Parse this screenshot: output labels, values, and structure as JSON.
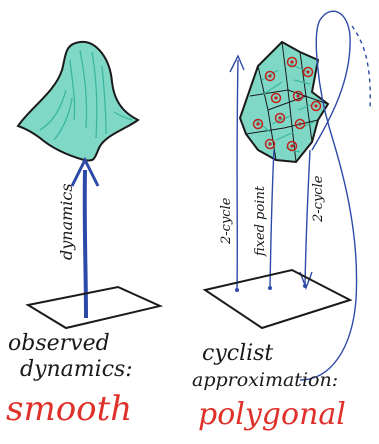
{
  "left_panel": {
    "arrow_label": "dynamics",
    "caption_line1": "observed",
    "caption_line2": "dynamics:",
    "caption_emphasis": "smooth"
  },
  "right_panel": {
    "orbit_labels": [
      "2-cycle",
      "fixed point",
      "2-cycle"
    ],
    "caption_line1": "cyclist",
    "caption_line2": "approximation:",
    "caption_emphasis": "polygonal"
  },
  "colors": {
    "ink": "#1a1a1a",
    "arrow_blue": "#2e4aa8",
    "surface_teal": "#3cb79f",
    "emphasis_red": "#e0302a",
    "point_red": "#c8201c"
  }
}
